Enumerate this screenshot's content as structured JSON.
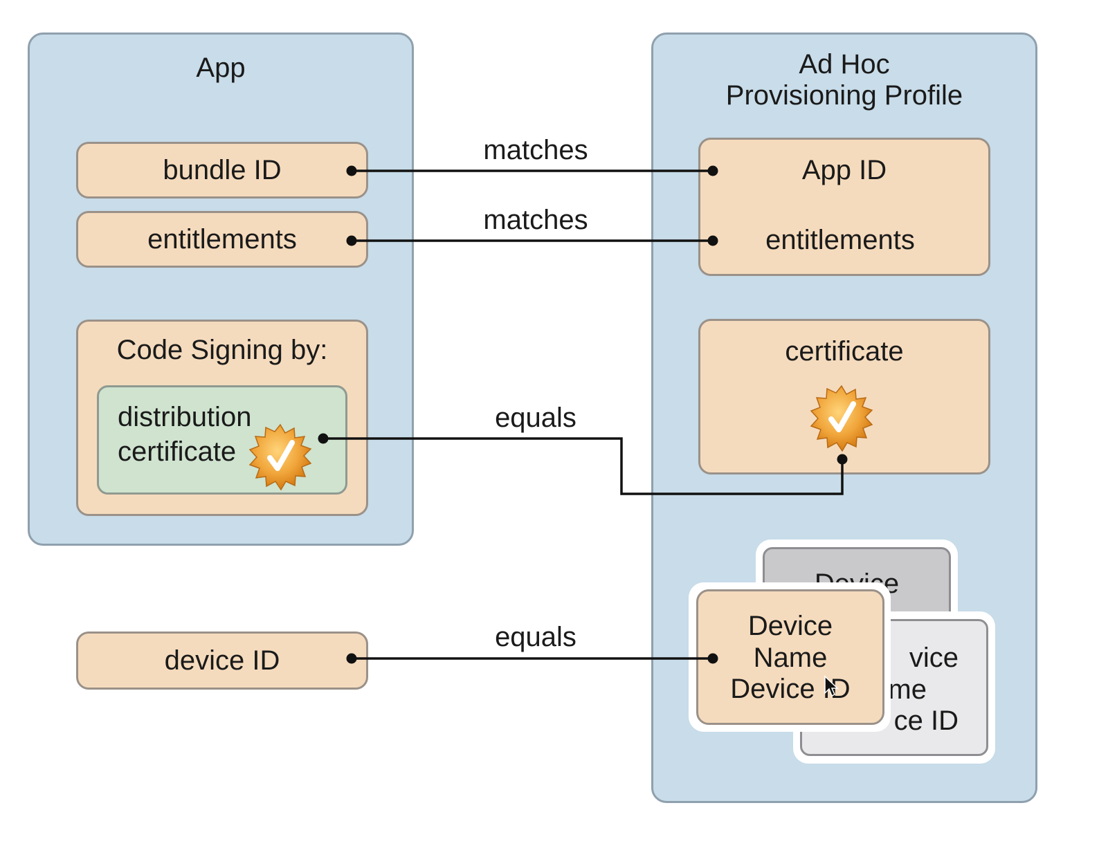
{
  "app_panel": {
    "title": "App",
    "bundle_id": "bundle ID",
    "entitlements": "entitlements",
    "code_signing_title": "Code Signing by:",
    "distribution_certificate": [
      "distribution",
      "certificate"
    ],
    "device_id": "device ID"
  },
  "profile_panel": {
    "title": [
      "Ad Hoc",
      "Provisioning Profile"
    ],
    "app_id": "App ID",
    "entitlements": "entitlements",
    "certificate": "certificate",
    "device_card_back_title": "Device",
    "device_card_middle_lines": [
      "vice",
      "me",
      "ce ID"
    ],
    "device_card_front_lines": [
      "Device",
      "Name",
      "Device ID"
    ]
  },
  "connectors": {
    "bundle_to_app_id": "matches",
    "entitlements_match": "matches",
    "certificate_equals": "equals",
    "device_equals": "equals"
  },
  "colors": {
    "panel_blue": "#c8dce9",
    "box_peach": "#f5dbbd",
    "box_green": "#cfe3cf",
    "badge_orange": "#e8952a"
  },
  "icons": {
    "certificate_badge": "certificate-badge-icon",
    "mouse_cursor": "cursor-arrow-icon"
  }
}
